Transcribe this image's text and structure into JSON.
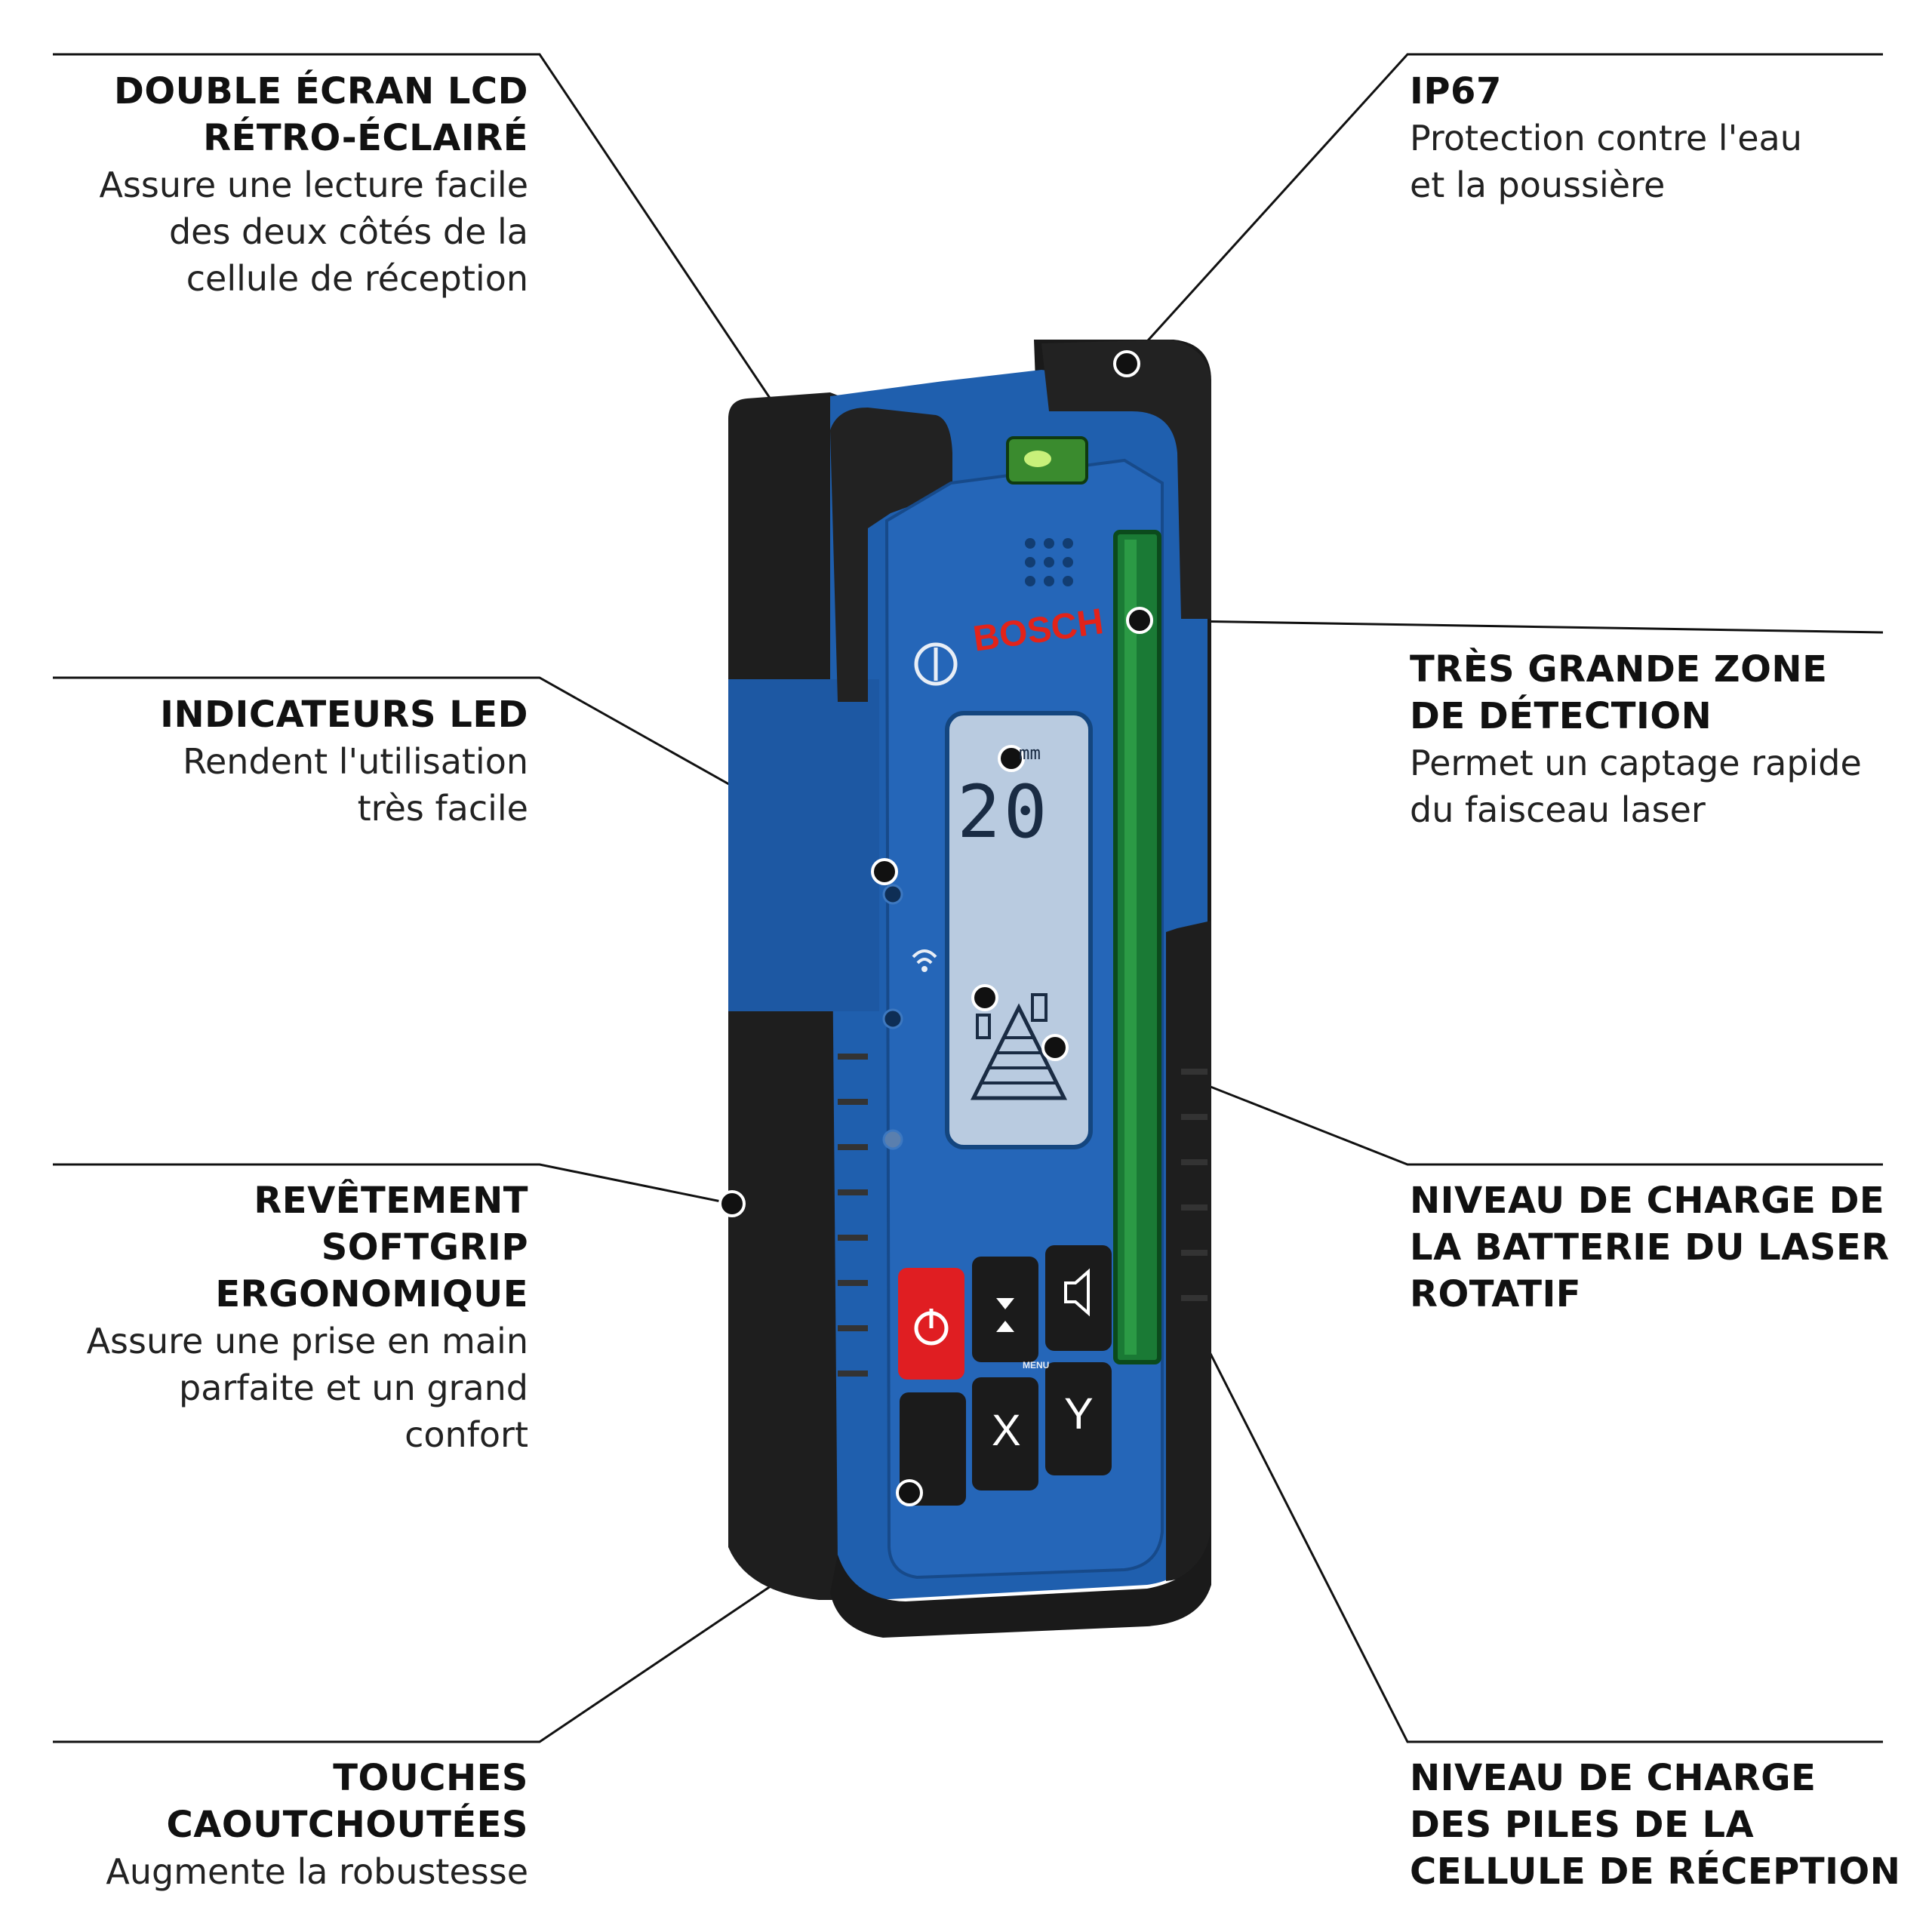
{
  "callouts": {
    "lcd": {
      "title": "DOUBLE ÉCRAN LCD\nRÉTRO-ÉCLAIRÉ",
      "desc": "Assure une lecture facile\ndes deux côtés de la\ncellule de réception"
    },
    "led": {
      "title": "INDICATEURS LED",
      "desc": "Rendent l'utilisation\ntrès facile"
    },
    "softgrip": {
      "title": "REVÊTEMENT\nSOFTGRIP\nERGONOMIQUE",
      "desc": "Assure une prise en main\nparfaite et un grand\nconfort"
    },
    "keys": {
      "title": "TOUCHES\nCAOUTCHOUTÉES",
      "desc": "Augmente la robustesse"
    },
    "ip67": {
      "title": "IP67",
      "desc": "Protection contre l'eau\net la poussière"
    },
    "zone": {
      "title": "TRÈS GRANDE ZONE\nDE DÉTECTION",
      "desc": "Permet un captage rapide\ndu faisceau laser"
    },
    "laser_battery": {
      "title": "NIVEAU DE CHARGE DE\nLA BATTERIE DU LASER\nROTATIF",
      "desc": ""
    },
    "receiver_battery": {
      "title": "NIVEAU DE CHARGE\nDES PILES DE LA\nCELLULE DE RÉCEPTION",
      "desc": ""
    }
  },
  "device": {
    "brand": "BOSCH",
    "lcd_value": "20",
    "lcd_unit": "mm",
    "key_menu_label": "MENU",
    "key_x": "X",
    "key_y": "Y",
    "colors": {
      "body_blue": "#1f5fae",
      "grip_black": "#1e1e1e",
      "power_red": "#e01e22",
      "detector_green": "#1f8a3a",
      "lcd_bg": "#b9cbe0",
      "brand_red": "#e2231a"
    }
  }
}
